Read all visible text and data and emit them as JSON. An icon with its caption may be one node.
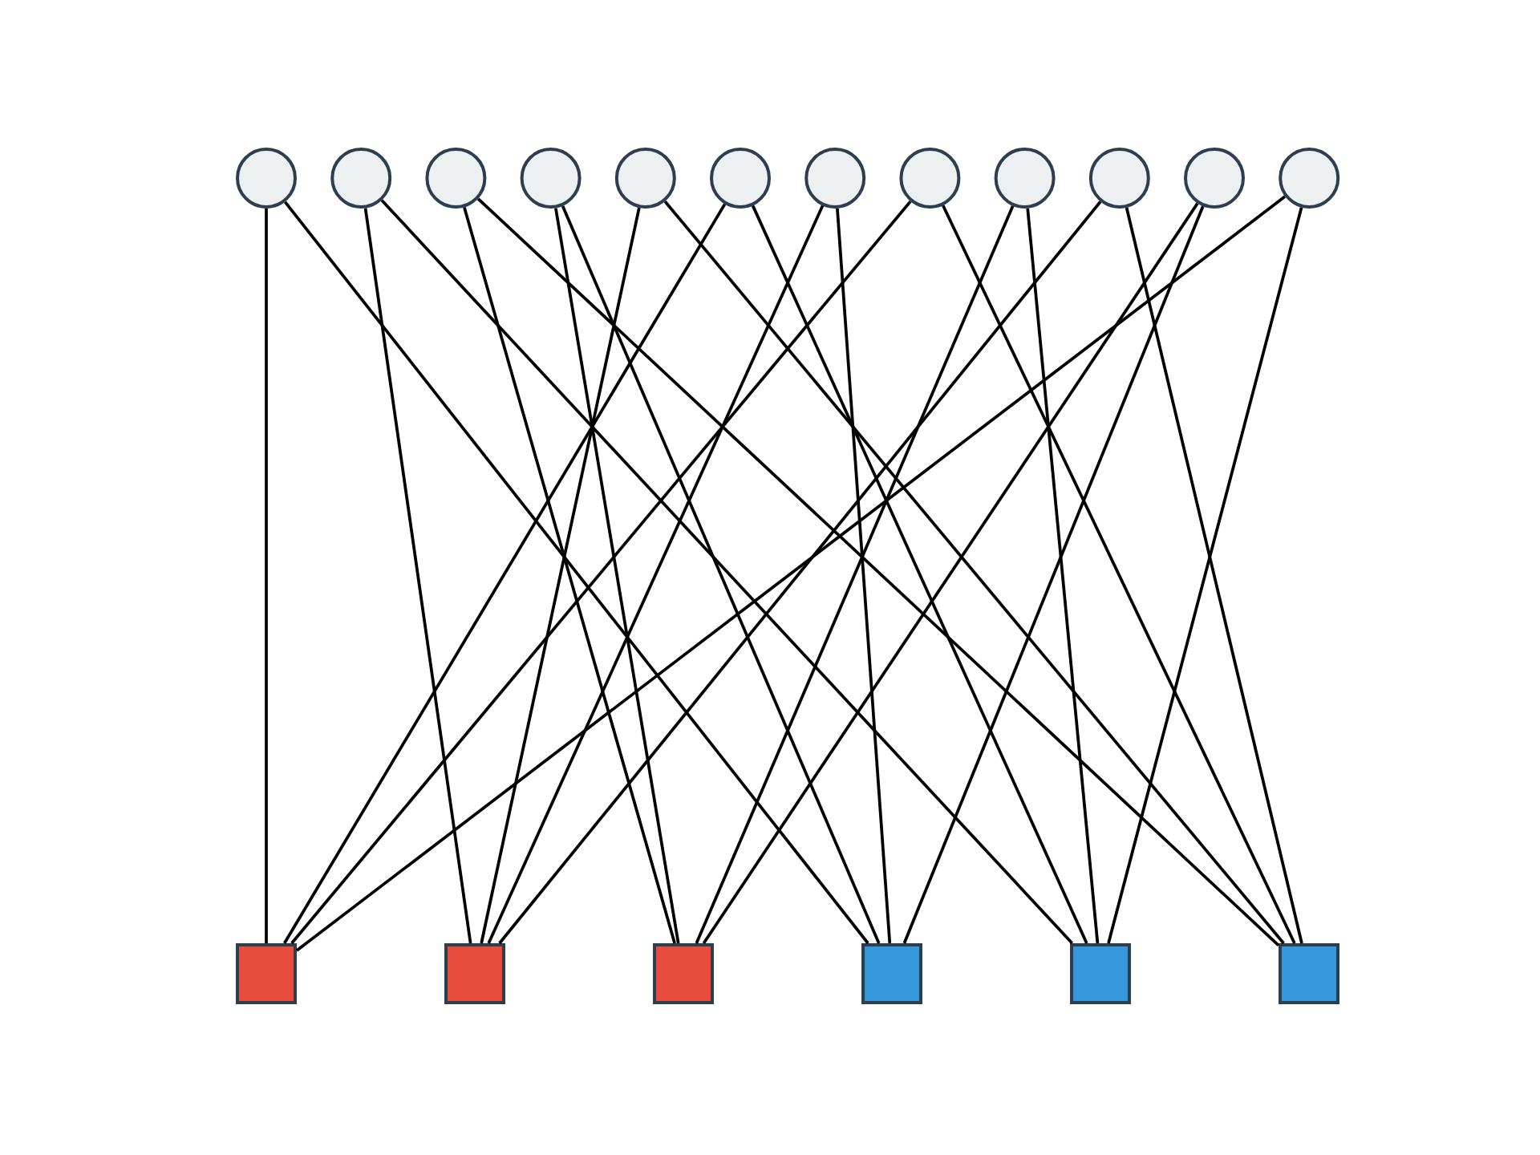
{
  "diagram": {
    "nodes": [
      {
        "text": [],
        "shape": "circle"
      },
      {
        "text": [],
        "shape": "circle"
      },
      {
        "text": [],
        "shape": "circle"
      },
      {
        "text": [],
        "shape": "circle"
      },
      {
        "text": [],
        "shape": "circle"
      },
      {
        "text": [],
        "shape": "circle"
      },
      {
        "text": [],
        "shape": "circle"
      },
      {
        "text": [],
        "shape": "circle"
      },
      {
        "text": [],
        "shape": "circle"
      },
      {
        "text": [],
        "shape": "circle"
      },
      {
        "text": [],
        "shape": "circle"
      },
      {
        "text": [],
        "shape": "circle"
      },
      {
        "text": [],
        "shape": "box"
      },
      {
        "text": [],
        "shape": "box"
      },
      {
        "text": [],
        "shape": "box"
      },
      {
        "text": [],
        "shape": "box"
      },
      {
        "text": [],
        "shape": "box"
      },
      {
        "text": [],
        "shape": "box"
      }
    ],
    "edges": [
      {
        "from": 0,
        "to": 12,
        "arrow": "none"
      },
      {
        "from": 0,
        "to": 15,
        "arrow": "none"
      },
      {
        "from": 1,
        "to": 13,
        "arrow": "none"
      },
      {
        "from": 1,
        "to": 16,
        "arrow": "none"
      },
      {
        "from": 2,
        "to": 14,
        "arrow": "none"
      },
      {
        "from": 2,
        "to": 17,
        "arrow": "none"
      },
      {
        "from": 3,
        "to": 14,
        "arrow": "none"
      },
      {
        "from": 3,
        "to": 15,
        "arrow": "none"
      },
      {
        "from": 4,
        "to": 13,
        "arrow": "none"
      },
      {
        "from": 4,
        "to": 17,
        "arrow": "none"
      },
      {
        "from": 5,
        "to": 12,
        "arrow": "none"
      },
      {
        "from": 5,
        "to": 16,
        "arrow": "none"
      },
      {
        "from": 6,
        "to": 13,
        "arrow": "none"
      },
      {
        "from": 6,
        "to": 15,
        "arrow": "none"
      },
      {
        "from": 7,
        "to": 12,
        "arrow": "none"
      },
      {
        "from": 7,
        "to": 17,
        "arrow": "none"
      },
      {
        "from": 8,
        "to": 14,
        "arrow": "none"
      },
      {
        "from": 8,
        "to": 16,
        "arrow": "none"
      },
      {
        "from": 9,
        "to": 13,
        "arrow": "none"
      },
      {
        "from": 9,
        "to": 17,
        "arrow": "none"
      },
      {
        "from": 10,
        "to": 14,
        "arrow": "none"
      },
      {
        "from": 10,
        "to": 15,
        "arrow": "none"
      },
      {
        "from": 11,
        "to": 12,
        "arrow": "none"
      },
      {
        "from": 11,
        "to": 16,
        "arrow": "none"
      }
    ]
  }
}
